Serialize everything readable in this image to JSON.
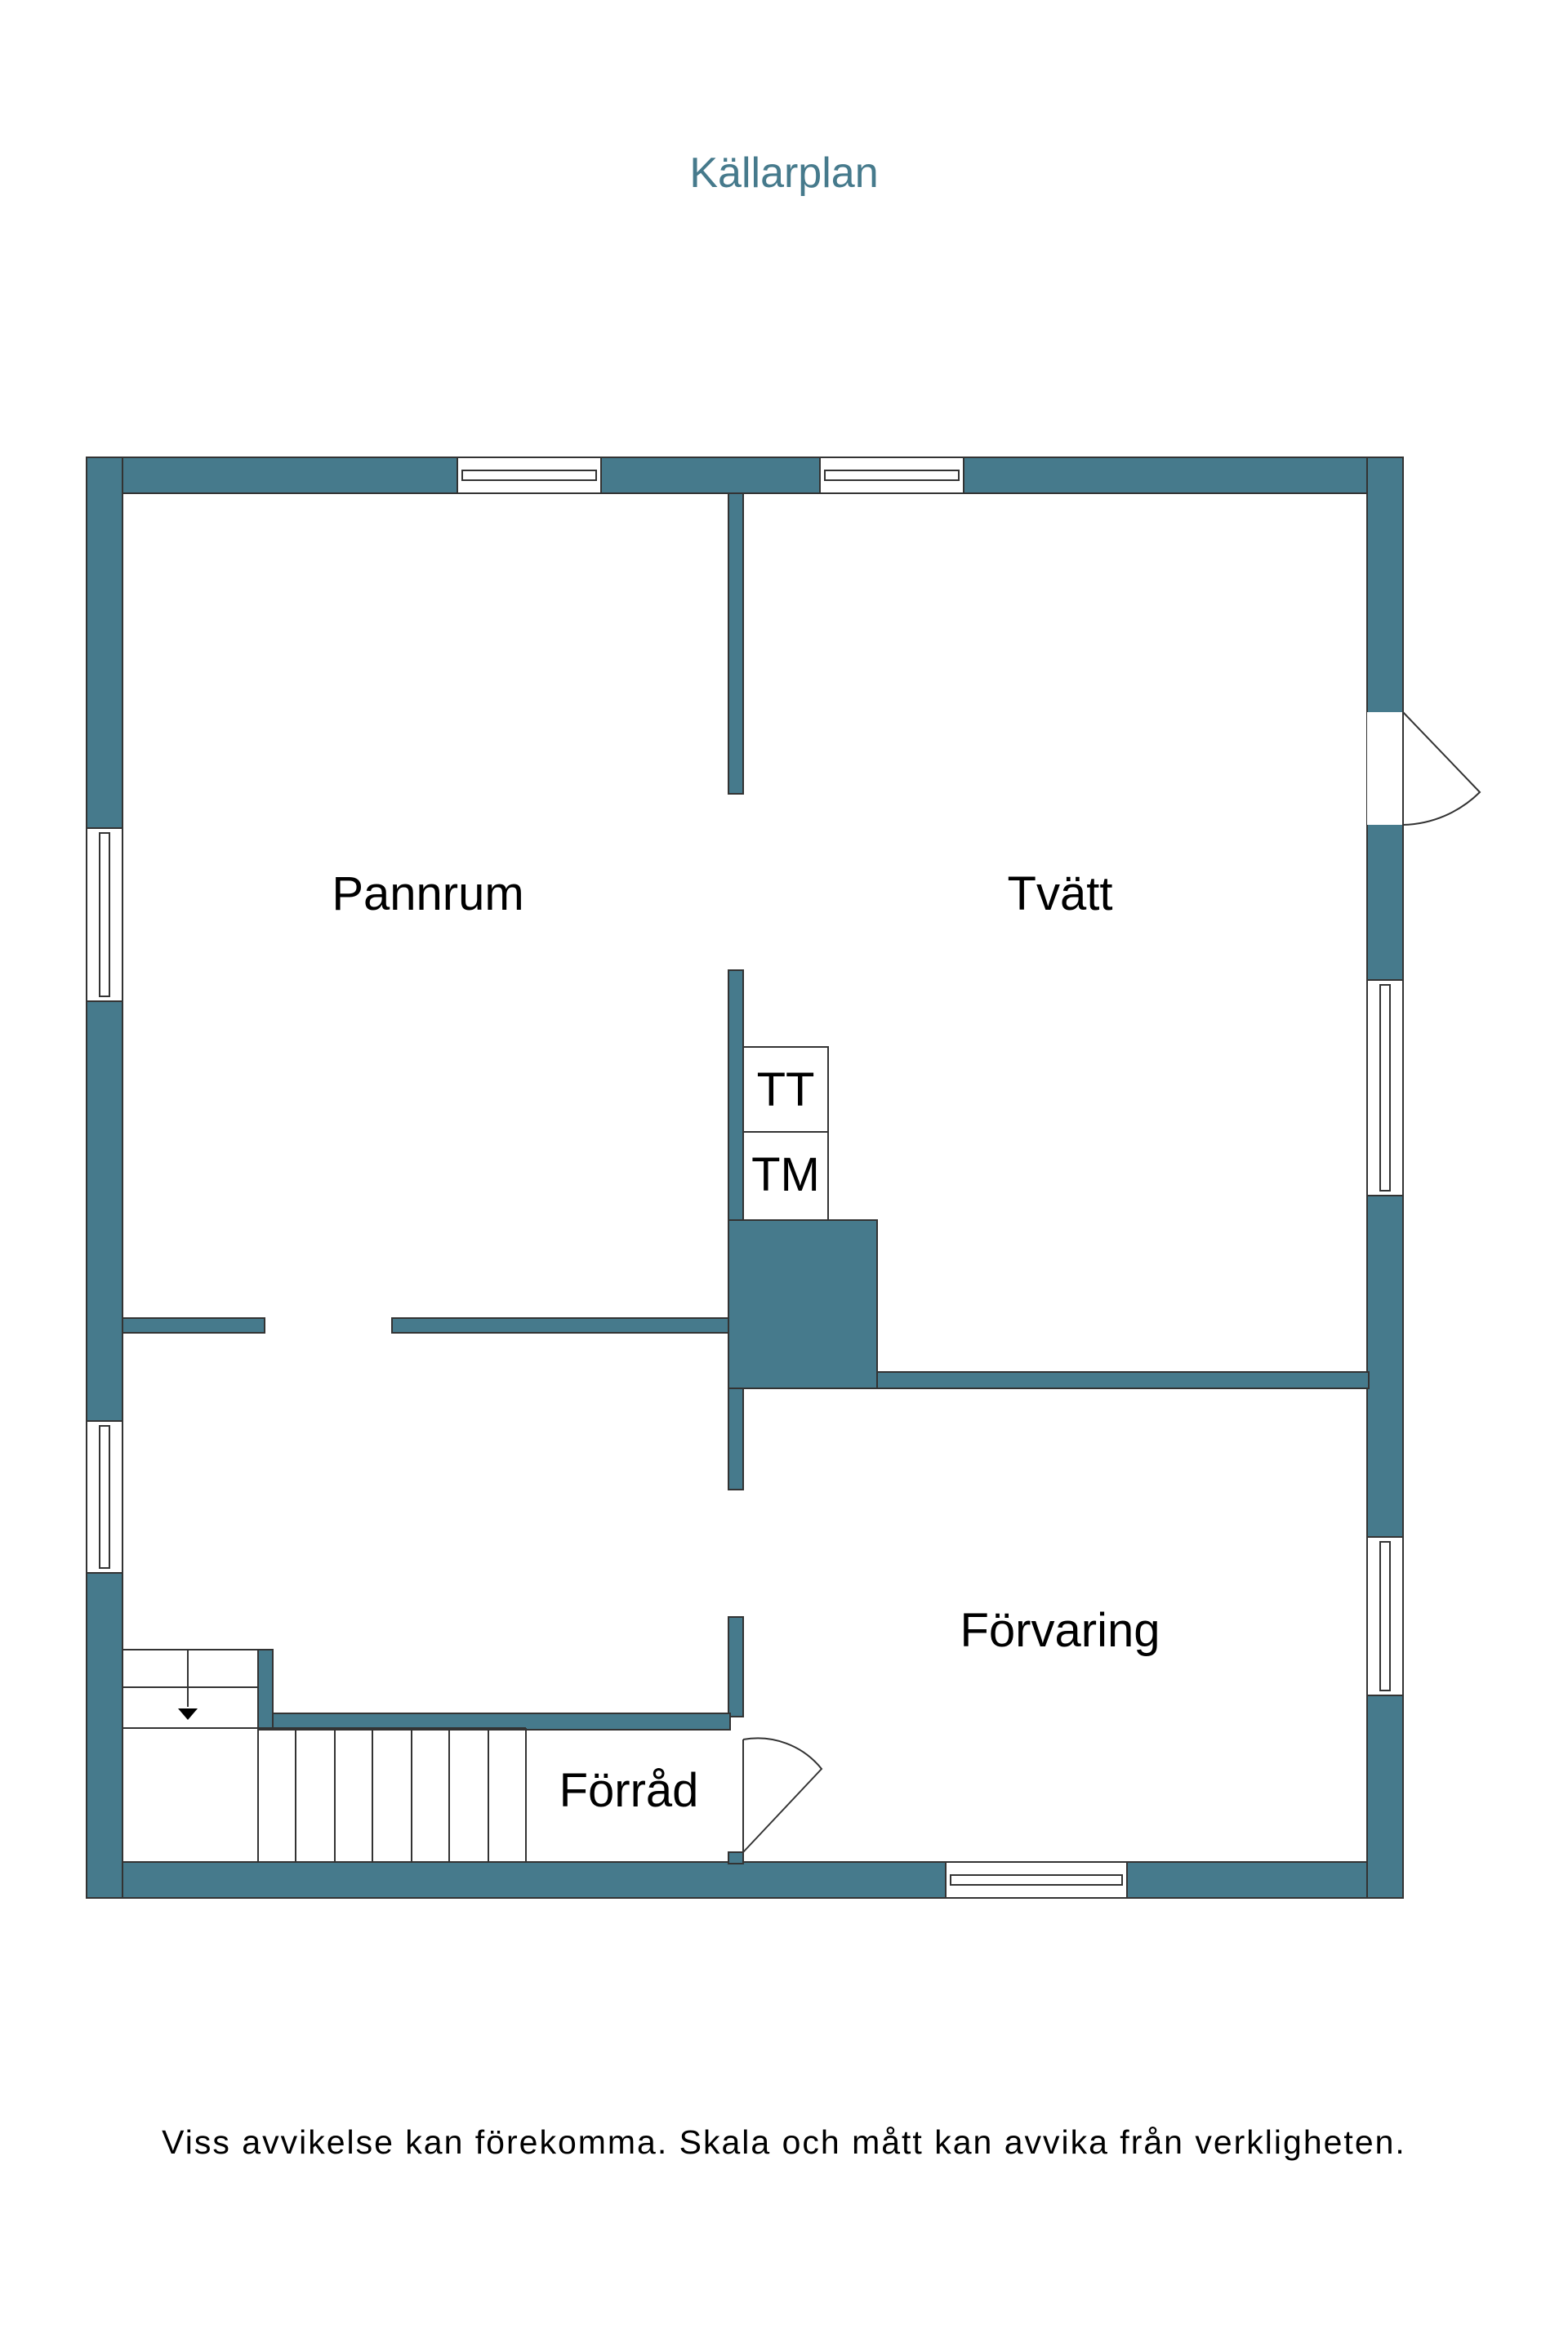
{
  "plan": {
    "title": "Källarplan",
    "disclaimer": "Viss avvikelse kan förekomma. Skala och mått kan avvika från verkligheten.",
    "colors": {
      "wall": "#467a8c",
      "title": "#467a8c",
      "outline": "#333333"
    },
    "rooms": {
      "pannrum": "Pannrum",
      "tvatt": "Tvätt",
      "forvaring": "Förvaring",
      "forrad": "Förråd"
    },
    "appliances": {
      "tumble_dryer": "TT",
      "washing_machine": "TM"
    }
  }
}
